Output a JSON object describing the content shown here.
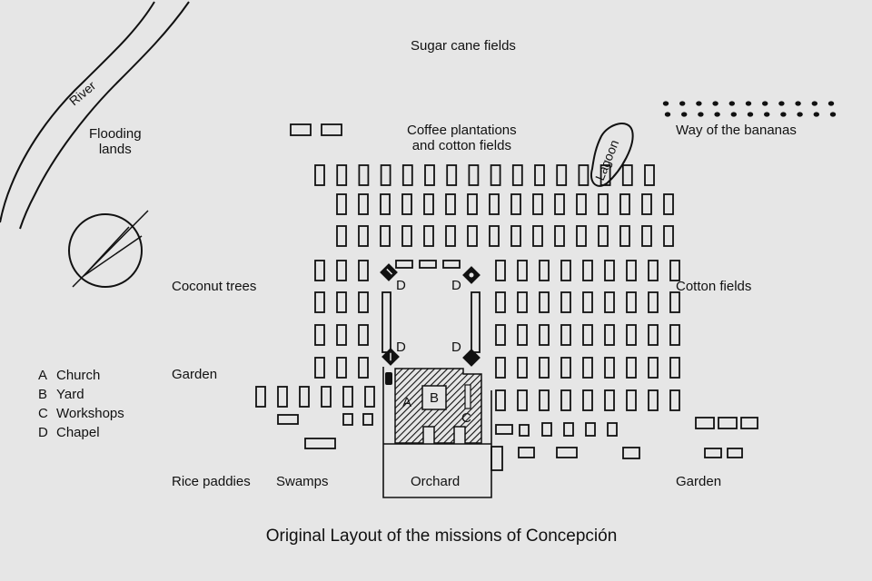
{
  "labels": {
    "sugar_cane": "Sugar cane fields",
    "flooding": "Flooding\nlands",
    "river": "River",
    "coffee": "Coffee plantations\nand cotton fields",
    "lagoon": "Lagoon",
    "bananas": "Way of the bananas",
    "coconut": "Coconut trees",
    "cotton": "Cotton fields",
    "garden_left": "Garden",
    "garden_right": "Garden",
    "rice": "Rice paddies",
    "swamps": "Swamps",
    "orchard": "Orchard"
  },
  "building_letters": {
    "a": "A",
    "b": "B",
    "c": "C",
    "d1": "D",
    "d2": "D",
    "d3": "D",
    "d4": "D"
  },
  "legend": [
    {
      "key": "A",
      "text": "Church"
    },
    {
      "key": "B",
      "text": "Yard"
    },
    {
      "key": "C",
      "text": "Workshops"
    },
    {
      "key": "D",
      "text": "Chapel"
    }
  ],
  "title": "Original Layout of the missions of Concepción",
  "colors": {
    "background": "#e6e6e6",
    "ink": "#111111"
  }
}
